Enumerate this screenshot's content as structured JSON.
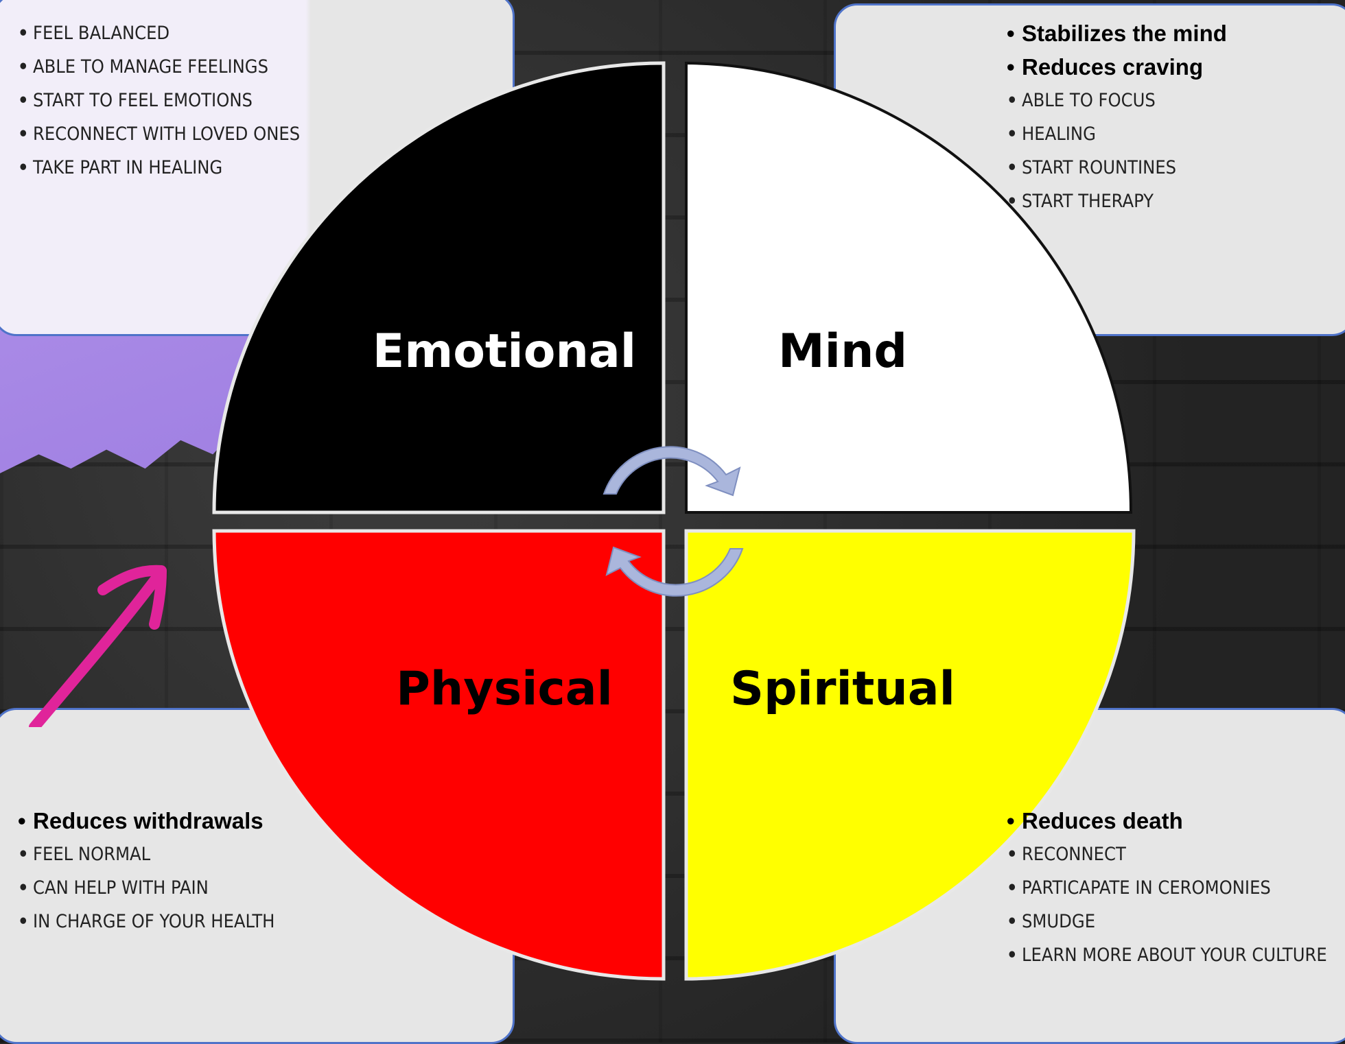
{
  "wheel": {
    "quadrants": [
      {
        "key": "emotional",
        "label": "Emotional",
        "fill": "#000000",
        "text_color": "#ffffff"
      },
      {
        "key": "mind",
        "label": "Mind",
        "fill": "#ffffff",
        "text_color": "#000000"
      },
      {
        "key": "physical",
        "label": "Physical",
        "fill": "#ff0000",
        "text_color": "#000000"
      },
      {
        "key": "spiritual",
        "label": "Spiritual",
        "fill": "#ffff00",
        "text_color": "#000000"
      }
    ],
    "cycle_arrow_color": "#aab6dc"
  },
  "panels": {
    "emotional": {
      "items": [
        {
          "text": "FEEL BALANCED",
          "bold": false
        },
        {
          "text": "ABLE TO MANAGE FEELINGS",
          "bold": false
        },
        {
          "text": "START TO FEEL EMOTIONS",
          "bold": false
        },
        {
          "text": "RECONNECT WITH LOVED ONES",
          "bold": false
        },
        {
          "text": "TAKE PART IN HEALING",
          "bold": false
        }
      ]
    },
    "mind": {
      "items": [
        {
          "text": "Stabilizes the mind",
          "bold": true
        },
        {
          "text": "Reduces craving",
          "bold": true
        },
        {
          "text": "ABLE TO FOCUS",
          "bold": false
        },
        {
          "text": "HEALING",
          "bold": false
        },
        {
          "text": "START ROUNTINES",
          "bold": false
        },
        {
          "text": "START THERAPY",
          "bold": false
        }
      ]
    },
    "physical": {
      "items": [
        {
          "text": "Reduces withdrawals",
          "bold": true
        },
        {
          "text": "FEEL NORMAL",
          "bold": false
        },
        {
          "text": "CAN HELP WITH PAIN",
          "bold": false
        },
        {
          "text": "IN CHARGE OF YOUR HEALTH",
          "bold": false
        }
      ]
    },
    "spiritual": {
      "items": [
        {
          "text": "Reduces death",
          "bold": true
        },
        {
          "text": "RECONNECT",
          "bold": false
        },
        {
          "text": "PARTICAPATE IN CEROMONIES",
          "bold": false
        },
        {
          "text": "SMUDGE",
          "bold": false
        },
        {
          "text": "LEARN MORE ABOUT YOUR CULTURE",
          "bold": false
        }
      ]
    }
  },
  "accent_colors": {
    "panel_border": "#4f73c9",
    "panel_fill": "#e6e6e6",
    "pink_arrow": "#e0249a",
    "purple_paper": "#a98ae6"
  }
}
